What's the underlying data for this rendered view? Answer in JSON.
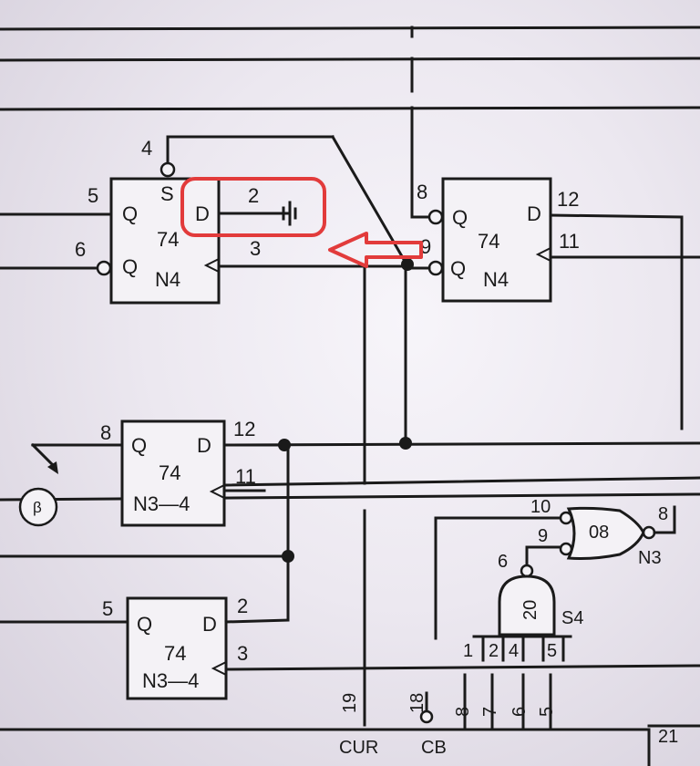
{
  "ff_top_left": {
    "pin_set": "4",
    "pin_q": "5",
    "pin_qn": "6",
    "pin_d": "2",
    "pin_clk": "3",
    "s": "S",
    "q": "Q",
    "qn": "Q",
    "d": "D",
    "type": "74",
    "ref": "N4"
  },
  "ff_top_right": {
    "pin_q": "8",
    "pin_qn": "9",
    "pin_d": "12",
    "pin_clk": "11",
    "q": "Q",
    "qn": "Q",
    "d": "D",
    "type": "74",
    "ref": "N4"
  },
  "ff_mid": {
    "pin_q": "8",
    "pin_d": "12",
    "pin_clk": "11",
    "q": "Q",
    "d": "D",
    "type": "74",
    "ref": "N3—4"
  },
  "ff_bottom": {
    "pin_q": "5",
    "pin_d": "2",
    "pin_clk": "3",
    "q": "Q",
    "d": "D",
    "type": "74",
    "ref": "N3—4"
  },
  "gate_nor": {
    "in1": "10",
    "in2": "9",
    "out": "8",
    "type": "08",
    "ref": "N3"
  },
  "gate_nand": {
    "out": "6",
    "type": "20",
    "ref": "S4",
    "inputs": [
      "1",
      "2",
      "4",
      "5"
    ]
  },
  "connector": {
    "pins": [
      "19",
      "18",
      "8",
      "7",
      "6",
      "5"
    ],
    "cur": "CUR",
    "cb": "CB",
    "pin_21": "21"
  },
  "circle_marker": "β",
  "annotation": {
    "color": "#e23b3b"
  }
}
